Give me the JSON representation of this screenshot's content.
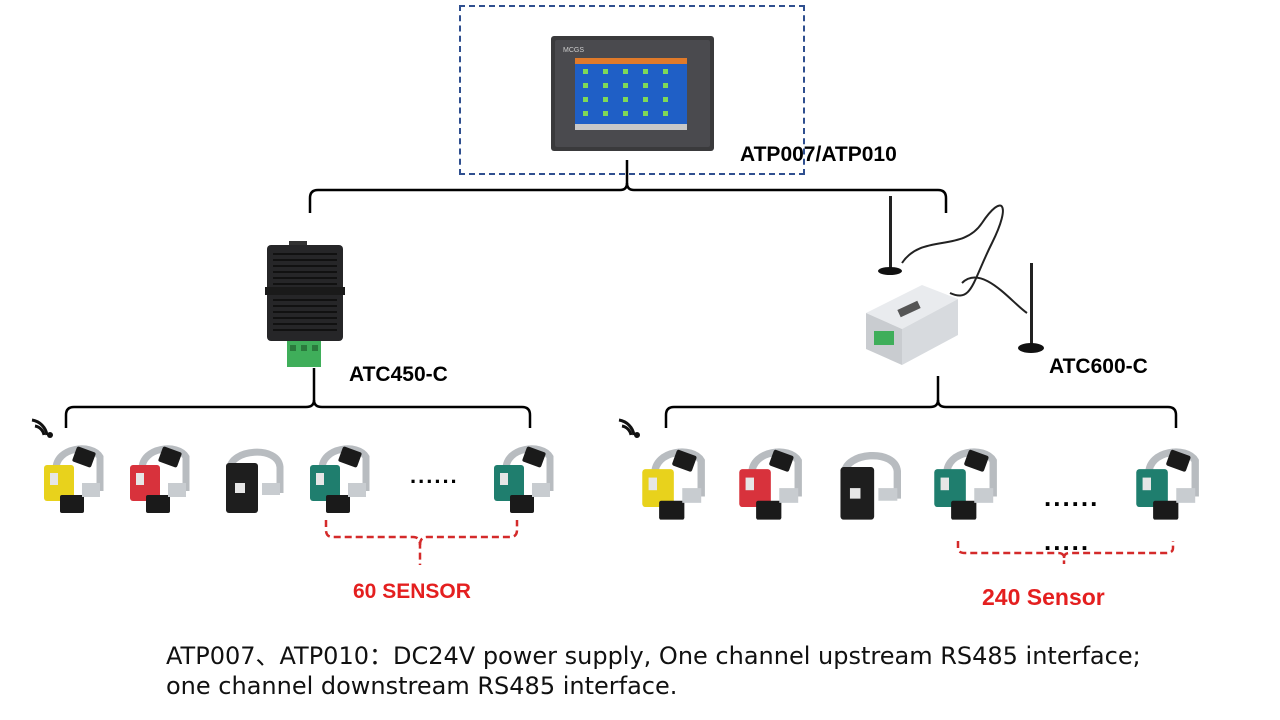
{
  "devices": {
    "top": {
      "label": "ATP007/ATP010"
    },
    "left": {
      "label": "ATC450-C"
    },
    "right": {
      "label": "ATC600-C"
    }
  },
  "groups": {
    "left": {
      "count_label": "60 SENSOR",
      "ellipsis": "......"
    },
    "right": {
      "count_label": "240 Sensor",
      "ellipsis_1": "......",
      "ellipsis_2": "....."
    }
  },
  "note": {
    "line1": "ATP007、ATP010：DC24V power supply, One channel upstream RS485 interface;",
    "line2": "one channel downstream RS485 interface."
  },
  "colors": {
    "accent_red": "#e41f1f",
    "frame_blue": "#2f4f8f",
    "sensor_yellow": "#e8d21c",
    "sensor_red": "#d8323c",
    "sensor_black": "#1e1e1e",
    "sensor_teal": "#1f7e6e"
  },
  "icons": [
    "wireless-signal-icon",
    "hmi-panel-icon",
    "collector-module-icon",
    "wireless-gateway-icon",
    "antenna-icon",
    "temperature-sensor-icon"
  ]
}
